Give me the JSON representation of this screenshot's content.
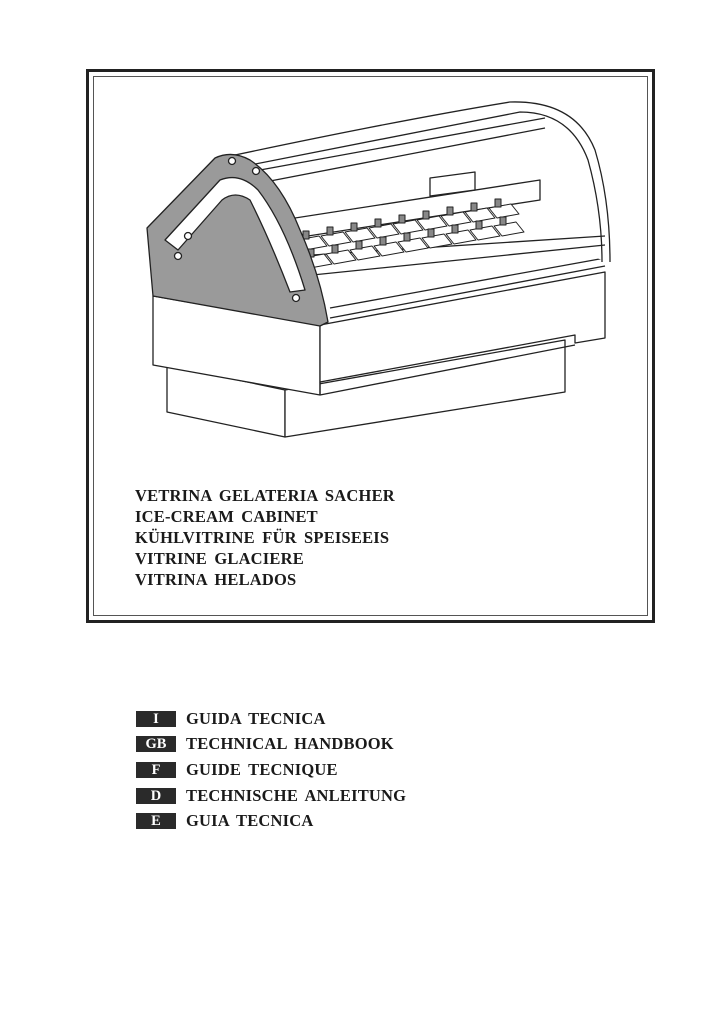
{
  "cover": {
    "titles": [
      "VETRINA GELATERIA SACHER",
      "ICE-CREAM  CABINET",
      "KÜHLVITRINE FÜR SPEISEEIS",
      "VITRINE  GLACIERE",
      "VITRINA HELADOS"
    ],
    "illustration": "ice-cream-cabinet-drawing"
  },
  "handbooks": [
    {
      "code": "I",
      "label": "GUIDA TECNICA"
    },
    {
      "code": "GB",
      "label": "TECHNICAL  HANDBOOK"
    },
    {
      "code": "F",
      "label": "GUIDE  TECNIQUE"
    },
    {
      "code": "D",
      "label": "TECHNISCHE  ANLEITUNG"
    },
    {
      "code": "E",
      "label": "GUIA TECNICA"
    }
  ],
  "colors": {
    "badge": "#2a2a2a",
    "side_panel": "#9a9a9a"
  }
}
